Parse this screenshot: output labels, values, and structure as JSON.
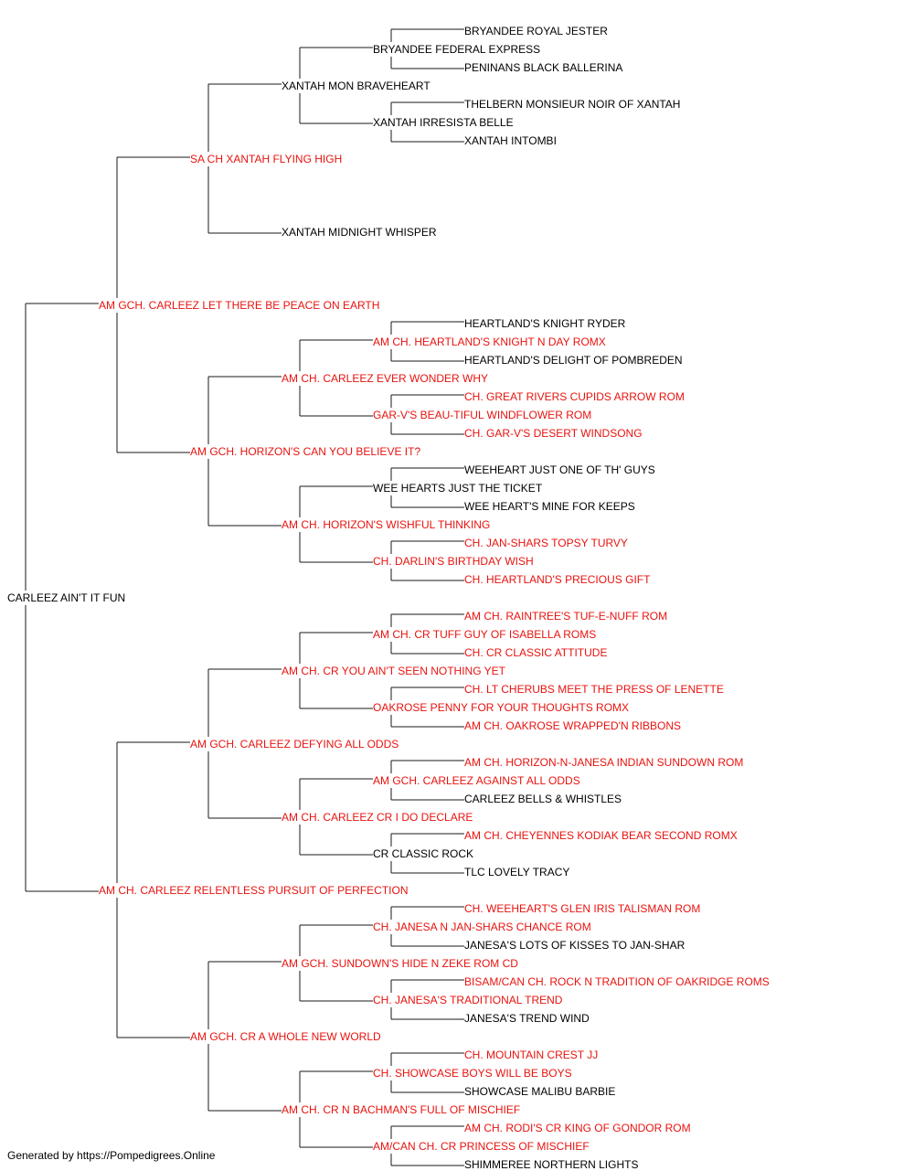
{
  "colors": {
    "titled": "#e8130f",
    "plain": "#000000",
    "lines": "#1a1a1a"
  },
  "footer": "Generated by https://Pompedigrees.Online",
  "pedigree": {
    "name": "CARLEEZ AIN'T IT FUN",
    "titled": false,
    "sire": {
      "name": "AM GCH. CARLEEZ LET THERE BE PEACE ON EARTH",
      "titled": true,
      "sire": {
        "name": "SA CH XANTAH FLYING HIGH",
        "titled": true,
        "sire": {
          "name": "XANTAH MON BRAVEHEART",
          "titled": false,
          "sire": {
            "name": "BRYANDEE FEDERAL EXPRESS",
            "titled": false,
            "sire": {
              "name": "BRYANDEE ROYAL JESTER",
              "titled": false
            },
            "dam": {
              "name": "PENINANS BLACK BALLERINA",
              "titled": false
            }
          },
          "dam": {
            "name": "XANTAH IRRESISTA BELLE",
            "titled": false,
            "sire": {
              "name": "THELBERN MONSIEUR NOIR OF XANTAH",
              "titled": false
            },
            "dam": {
              "name": "XANTAH INTOMBI",
              "titled": false
            }
          }
        },
        "dam": {
          "name": "XANTAH MIDNIGHT WHISPER",
          "titled": false
        }
      },
      "dam": {
        "name": "AM GCH. HORIZON'S CAN YOU BELIEVE IT?",
        "titled": true,
        "sire": {
          "name": "AM CH. CARLEEZ EVER WONDER WHY",
          "titled": true,
          "sire": {
            "name": "AM CH. HEARTLAND'S KNIGHT N DAY ROMX",
            "titled": true,
            "sire": {
              "name": "HEARTLAND'S KNIGHT RYDER",
              "titled": false
            },
            "dam": {
              "name": "HEARTLAND'S DELIGHT OF POMBREDEN",
              "titled": false
            }
          },
          "dam": {
            "name": "GAR-V'S BEAU-TIFUL WINDFLOWER ROM",
            "titled": true,
            "sire": {
              "name": "CH. GREAT RIVERS CUPIDS ARROW ROM",
              "titled": true
            },
            "dam": {
              "name": "CH. GAR-V'S DESERT WINDSONG",
              "titled": true
            }
          }
        },
        "dam": {
          "name": "AM CH. HORIZON'S WISHFUL THINKING",
          "titled": true,
          "sire": {
            "name": "WEE HEARTS JUST THE TICKET",
            "titled": false,
            "sire": {
              "name": "WEEHEART JUST ONE OF TH' GUYS",
              "titled": false
            },
            "dam": {
              "name": "WEE HEART'S MINE FOR KEEPS",
              "titled": false
            }
          },
          "dam": {
            "name": "CH. DARLIN'S BIRTHDAY WISH",
            "titled": true,
            "sire": {
              "name": "CH. JAN-SHARS TOPSY TURVY",
              "titled": true
            },
            "dam": {
              "name": "CH. HEARTLAND'S PRECIOUS GIFT",
              "titled": true
            }
          }
        }
      }
    },
    "dam": {
      "name": "AM CH. CARLEEZ RELENTLESS PURSUIT OF PERFECTION",
      "titled": true,
      "sire": {
        "name": "AM GCH. CARLEEZ DEFYING ALL ODDS",
        "titled": true,
        "sire": {
          "name": "AM CH. CR YOU AIN'T SEEN NOTHING YET",
          "titled": true,
          "sire": {
            "name": "AM CH. CR TUFF GUY OF ISABELLA ROMS",
            "titled": true,
            "sire": {
              "name": "AM CH. RAINTREE'S TUF-E-NUFF ROM",
              "titled": true
            },
            "dam": {
              "name": "CH. CR CLASSIC ATTITUDE",
              "titled": true
            }
          },
          "dam": {
            "name": "OAKROSE PENNY FOR YOUR THOUGHTS ROMX",
            "titled": true,
            "sire": {
              "name": "CH. LT CHERUBS MEET THE PRESS OF LENETTE",
              "titled": true
            },
            "dam": {
              "name": "AM CH. OAKROSE WRAPPED'N RIBBONS",
              "titled": true
            }
          }
        },
        "dam": {
          "name": "AM CH. CARLEEZ CR I DO DECLARE",
          "titled": true,
          "sire": {
            "name": "AM GCH. CARLEEZ AGAINST ALL ODDS",
            "titled": true,
            "sire": {
              "name": "AM CH. HORIZON-N-JANESA INDIAN SUNDOWN ROM",
              "titled": true
            },
            "dam": {
              "name": "CARLEEZ BELLS & WHISTLES",
              "titled": false
            }
          },
          "dam": {
            "name": "CR CLASSIC ROCK",
            "titled": false,
            "sire": {
              "name": "AM CH. CHEYENNES KODIAK BEAR SECOND ROMX",
              "titled": true
            },
            "dam": {
              "name": "TLC LOVELY TRACY",
              "titled": false
            }
          }
        }
      },
      "dam": {
        "name": "AM GCH. CR A WHOLE NEW WORLD",
        "titled": true,
        "sire": {
          "name": "AM GCH. SUNDOWN'S HIDE N ZEKE ROM CD",
          "titled": true,
          "sire": {
            "name": "CH. JANESA N JAN-SHARS CHANCE ROM",
            "titled": true,
            "sire": {
              "name": "CH. WEEHEART'S GLEN IRIS TALISMAN ROM",
              "titled": true
            },
            "dam": {
              "name": "JANESA'S LOTS OF KISSES TO JAN-SHAR",
              "titled": false
            }
          },
          "dam": {
            "name": "CH. JANESA'S TRADITIONAL TREND",
            "titled": true,
            "sire": {
              "name": "BISAM/CAN CH. ROCK N TRADITION OF OAKRIDGE ROMS",
              "titled": true
            },
            "dam": {
              "name": "JANESA'S TREND WIND",
              "titled": false
            }
          }
        },
        "dam": {
          "name": "AM CH. CR N BACHMAN'S FULL OF MISCHIEF",
          "titled": true,
          "sire": {
            "name": "CH. SHOWCASE BOYS WILL BE BOYS",
            "titled": true,
            "sire": {
              "name": "CH. MOUNTAIN CREST JJ",
              "titled": true
            },
            "dam": {
              "name": "SHOWCASE MALIBU BARBIE",
              "titled": false
            }
          },
          "dam": {
            "name": "AM/CAN CH. CR PRINCESS OF MISCHIEF",
            "titled": true,
            "sire": {
              "name": "AM CH. RODI'S CR KING OF GONDOR ROM",
              "titled": true
            },
            "dam": {
              "name": "SHIMMEREE NORTHERN LIGHTS",
              "titled": false
            }
          }
        }
      }
    }
  }
}
